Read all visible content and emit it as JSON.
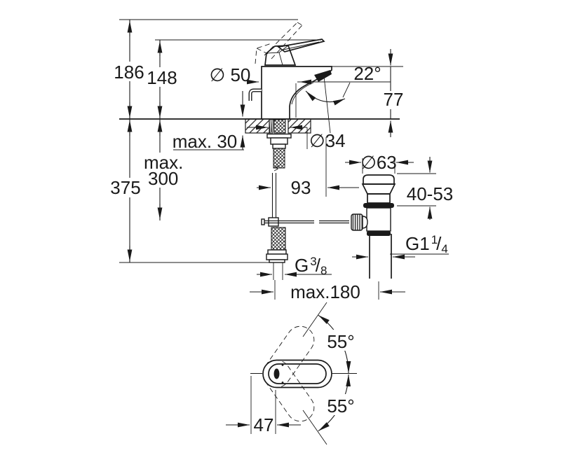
{
  "colors": {
    "line": "#1a1a1a",
    "background": "#ffffff"
  },
  "labels": {
    "dim_186": "186",
    "dim_148": "148",
    "dia_50": "∅ 50",
    "angle_22": "22°",
    "dim_77": "77",
    "max_30": "max. 30",
    "dia_34": "∅34",
    "max_300_line1": "max.",
    "max_300_line2": "300",
    "dim_375": "375",
    "dim_93": "93",
    "dia_63": "∅63",
    "range_40_53": "40-53",
    "thread_g114": {
      "prefix": "G1",
      "sup": "1",
      "slash": "/",
      "sub": "4"
    },
    "thread_g38": {
      "prefix": "G",
      "sup": "3",
      "slash": "/",
      "sub": "8"
    },
    "max_180": "max.180",
    "dim_47": "47",
    "angle_55_top": "55°",
    "angle_55_bottom": "55°"
  }
}
